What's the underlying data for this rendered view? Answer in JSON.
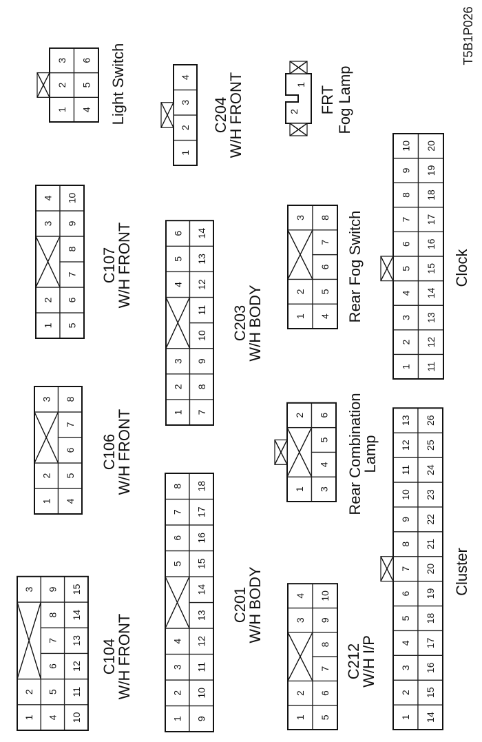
{
  "drawing_id": "T5B1P026",
  "connectors": [
    {
      "id": "c104",
      "label": [
        "C104",
        "W/H FRONT"
      ],
      "rows": [
        [
          "1",
          "2",
          "X",
          "X",
          "X",
          "3"
        ],
        [
          "4",
          "5",
          "6",
          "7",
          "8",
          "9"
        ],
        [
          "10",
          "11",
          "12",
          "13",
          "14",
          "15"
        ]
      ]
    },
    {
      "id": "c201",
      "label": [
        "C201",
        "W/H BODY"
      ],
      "rows": [
        [
          "1",
          "2",
          "3",
          "4",
          "X",
          "X",
          "5",
          "6",
          "7",
          "8"
        ],
        [
          "9",
          "10",
          "11",
          "12",
          "13",
          "14",
          "15",
          "16",
          "17",
          "18"
        ]
      ]
    },
    {
      "id": "c212",
      "label": [
        "C212",
        "W/H I/P"
      ],
      "rows": [
        [
          "1",
          "2",
          "X",
          "X",
          "3",
          "4"
        ],
        [
          "5",
          "6",
          "7",
          "8",
          "9",
          "10"
        ]
      ]
    },
    {
      "id": "cluster",
      "label": [
        "Cluster"
      ],
      "rows": [
        [
          "1",
          "2",
          "3",
          "4",
          "5",
          "6",
          "7",
          "8",
          "9",
          "10",
          "11",
          "12",
          "13"
        ],
        [
          "14",
          "15",
          "16",
          "17",
          "18",
          "19",
          "20",
          "21",
          "22",
          "23",
          "24",
          "25",
          "26"
        ]
      ]
    },
    {
      "id": "rear-combination-lamp",
      "label": [
        "Rear Combination",
        "Lamp"
      ],
      "rows": [
        [
          "1",
          "X",
          "X",
          "2"
        ],
        [
          "3",
          "4",
          "5",
          "6"
        ]
      ]
    },
    {
      "id": "c106",
      "label": [
        "C106",
        "W/H FRONT"
      ],
      "rows": [
        [
          "1",
          "2",
          "X",
          "X",
          "3"
        ],
        [
          "4",
          "5",
          "6",
          "7",
          "8"
        ]
      ]
    },
    {
      "id": "c107",
      "label": [
        "C107",
        "W/H FRONT"
      ],
      "rows": [
        [
          "1",
          "2",
          "X",
          "X",
          "3",
          "4"
        ],
        [
          "5",
          "6",
          "7",
          "8",
          "9",
          "10"
        ]
      ]
    },
    {
      "id": "c203",
      "label": [
        "C203",
        "W/H BODY"
      ],
      "rows": [
        [
          "1",
          "2",
          "3",
          "X",
          "X",
          "4",
          "5",
          "6"
        ],
        [
          "7",
          "8",
          "9",
          "10",
          "11",
          "12",
          "13",
          "14"
        ]
      ]
    },
    {
      "id": "rear-fog-switch",
      "label": [
        "Rear Fog Switch"
      ],
      "rows": [
        [
          "1",
          "2",
          "X",
          "X",
          "3"
        ],
        [
          "4",
          "5",
          "6",
          "7",
          "8"
        ]
      ]
    },
    {
      "id": "clock",
      "label": [
        "Clock"
      ],
      "rows": [
        [
          "1",
          "2",
          "3",
          "4",
          "5",
          "6",
          "7",
          "8",
          "9",
          "10"
        ],
        [
          "11",
          "12",
          "13",
          "14",
          "15",
          "16",
          "17",
          "18",
          "19",
          "20"
        ]
      ]
    },
    {
      "id": "light-switch",
      "label": [
        "Light Switch"
      ],
      "rows": [
        [
          "1",
          "2",
          "3"
        ],
        [
          "4",
          "5",
          "6"
        ]
      ]
    },
    {
      "id": "c204",
      "label": [
        "C204",
        "W/H FRONT"
      ],
      "rows": [
        [
          "1",
          "2",
          "3",
          "4"
        ]
      ]
    }
  ],
  "fog_lamp": {
    "label": [
      "FRT",
      "Fog Lamp"
    ],
    "pins": [
      "1",
      "2"
    ]
  }
}
